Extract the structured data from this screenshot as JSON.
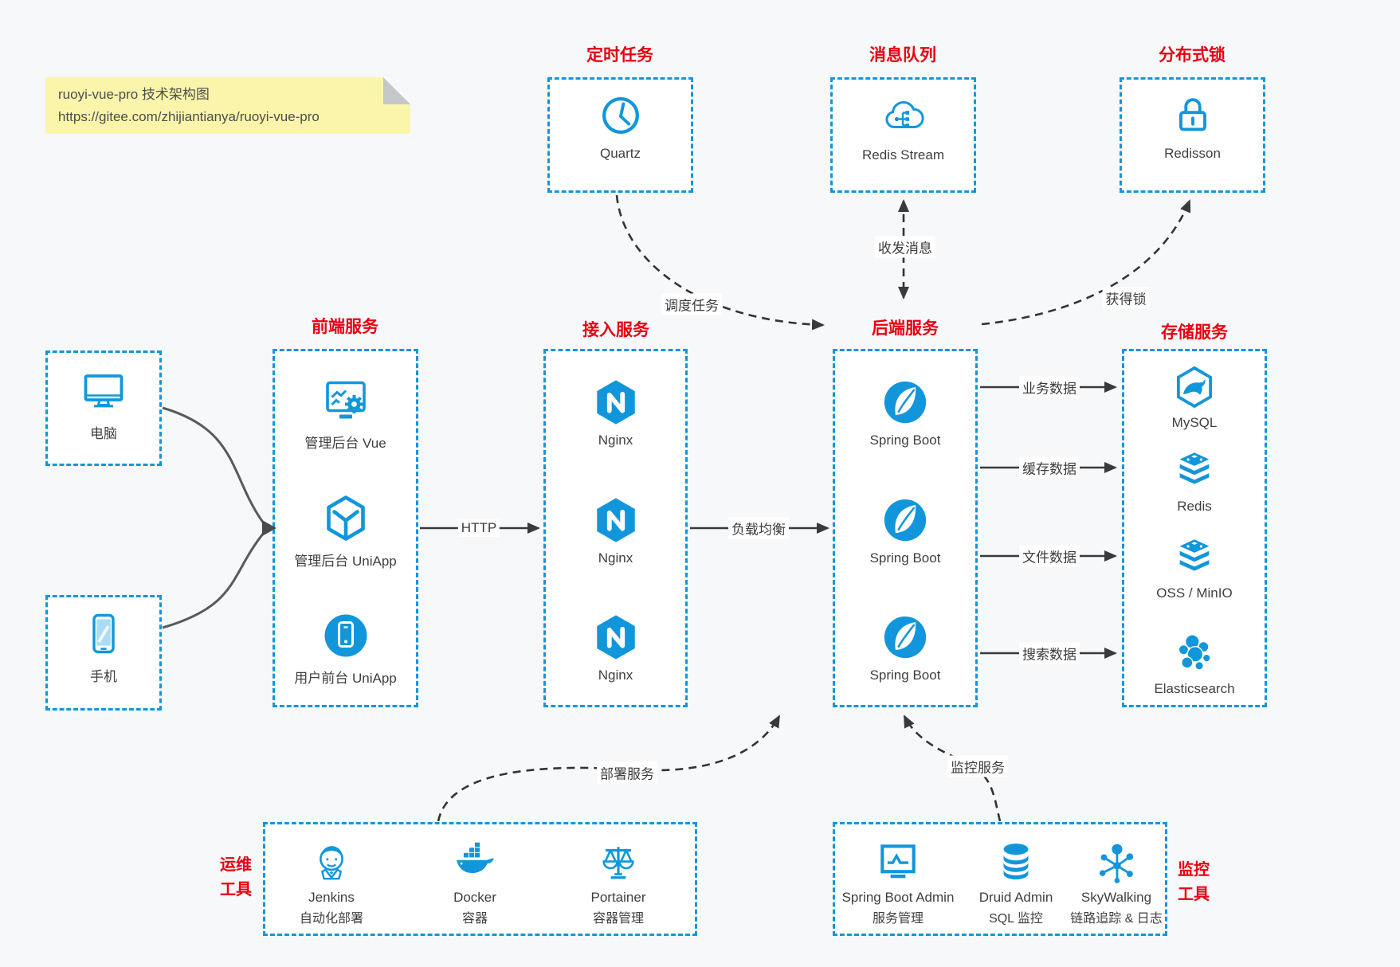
{
  "note": {
    "line1": "ruoyi-vue-pro 技术架构图",
    "line2": "https://gitee.com/zhijiantianya/ruoyi-vue-pro"
  },
  "clients": [
    {
      "label": "电脑",
      "icon": "desktop-icon"
    },
    {
      "label": "手机",
      "icon": "smartphone-icon"
    }
  ],
  "groups": {
    "scheduled": {
      "title": "定时任务",
      "items": [
        {
          "label": "Quartz",
          "icon": "clock-icon"
        }
      ]
    },
    "mq": {
      "title": "消息队列",
      "items": [
        {
          "label": "Redis Stream",
          "icon": "cloud-stream-icon"
        }
      ]
    },
    "lock": {
      "title": "分布式锁",
      "items": [
        {
          "label": "Redisson",
          "icon": "padlock-icon"
        }
      ]
    },
    "frontend": {
      "title": "前端服务",
      "items": [
        {
          "label": "管理后台 Vue",
          "icon": "admin-vue-icon"
        },
        {
          "label": "管理后台 UniApp",
          "icon": "uniapp-cube-icon"
        },
        {
          "label": "用户前台 UniApp",
          "icon": "user-app-icon"
        }
      ]
    },
    "gateway": {
      "title": "接入服务",
      "items": [
        {
          "label": "Nginx",
          "icon": "nginx-icon"
        },
        {
          "label": "Nginx",
          "icon": "nginx-icon"
        },
        {
          "label": "Nginx",
          "icon": "nginx-icon"
        }
      ]
    },
    "backend": {
      "title": "后端服务",
      "items": [
        {
          "label": "Spring Boot",
          "icon": "spring-boot-icon"
        },
        {
          "label": "Spring Boot",
          "icon": "spring-boot-icon"
        },
        {
          "label": "Spring Boot",
          "icon": "spring-boot-icon"
        }
      ]
    },
    "storage": {
      "title": "存储服务",
      "items": [
        {
          "label": "MySQL",
          "icon": "mysql-icon"
        },
        {
          "label": "Redis",
          "icon": "redis-stack-icon"
        },
        {
          "label": "OSS / MinIO",
          "icon": "redis-stack-icon"
        },
        {
          "label": "Elasticsearch",
          "icon": "elasticsearch-icon"
        }
      ]
    },
    "ops": {
      "side": [
        "运维",
        "工具"
      ],
      "items": [
        {
          "label": "Jenkins",
          "sub": "自动化部署",
          "icon": "jenkins-icon"
        },
        {
          "label": "Docker",
          "sub": "容器",
          "icon": "docker-whale-icon"
        },
        {
          "label": "Portainer",
          "sub": "容器管理",
          "icon": "scales-icon"
        }
      ]
    },
    "monitor": {
      "side": [
        "监控",
        "工具"
      ],
      "items": [
        {
          "label": "Spring Boot Admin",
          "sub": "服务管理",
          "icon": "monitor-pulse-icon"
        },
        {
          "label": "Druid Admin",
          "sub": "SQL 监控",
          "icon": "database-icon"
        },
        {
          "label": "SkyWalking",
          "sub": "链路追踪 & 日志",
          "icon": "topology-icon"
        }
      ]
    }
  },
  "edges": {
    "http": "HTTP",
    "load_balance": "负载均衡",
    "schedule": "调度任务",
    "message": "收发消息",
    "get_lock": "获得锁",
    "business": "业务数据",
    "cache": "缓存数据",
    "file": "文件数据",
    "search": "搜索数据",
    "deploy": "部署服务",
    "monitor": "监控服务"
  },
  "colors": {
    "accent_blue": "#1296db",
    "title_red": "#e60012",
    "note_yellow": "#fbf5ac",
    "arrow_dark": "#3a3a3a"
  }
}
